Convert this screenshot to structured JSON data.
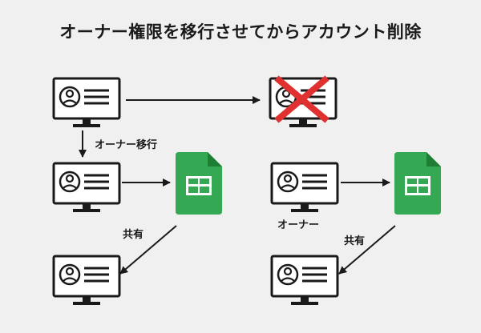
{
  "title": "オーナー権限を移行させてからアカウント削除",
  "labels": {
    "owner_transfer": "オーナー移行",
    "share_left": "共有",
    "owner": "オーナー",
    "share_right": "共有"
  },
  "colors": {
    "background": "#f0f0f0",
    "line": "#1a1a1a",
    "delete_mark": "#e0302f",
    "sheets_green": "#34a853",
    "sheets_fold": "#1e7e34"
  },
  "icons": {
    "computer": "computer-user-icon",
    "sheets": "spreadsheet-file-icon",
    "delete": "red-x-icon"
  }
}
